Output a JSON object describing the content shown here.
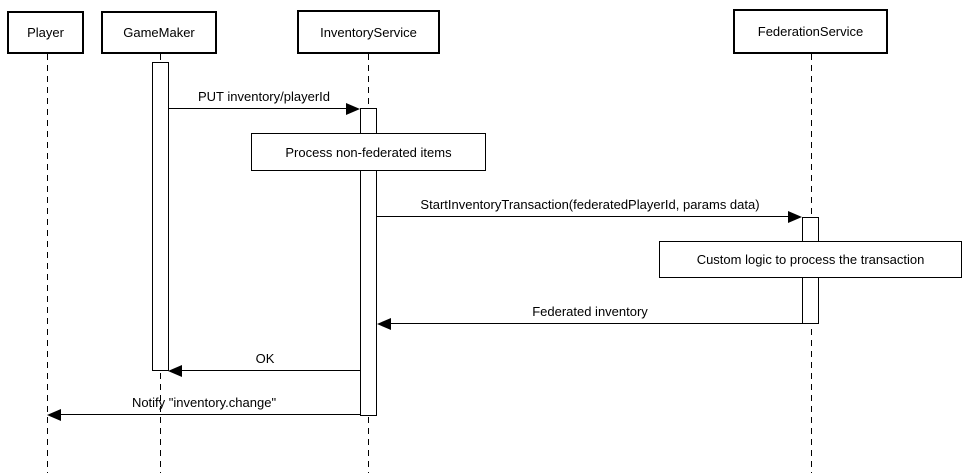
{
  "diagram_type": "uml-sequence",
  "colors": {
    "background": "#ffffff",
    "line": "#000000",
    "shape_fill": "#ffffff",
    "text": "#000000"
  },
  "actors": [
    {
      "label": "Player"
    },
    {
      "label": "GameMaker"
    },
    {
      "label": "InventoryService"
    },
    {
      "label": "FederationService"
    }
  ],
  "messages": [
    {
      "label": "PUT inventory/playerId",
      "from": "GameMaker",
      "to": "InventoryService",
      "direction": "right"
    },
    {
      "label": "StartInventoryTransaction(federatedPlayerId, params data)",
      "from": "InventoryService",
      "to": "FederationService",
      "direction": "right"
    },
    {
      "label": "Federated inventory",
      "from": "FederationService",
      "to": "InventoryService",
      "direction": "left"
    },
    {
      "label": "OK",
      "from": "InventoryService",
      "to": "GameMaker",
      "direction": "left"
    },
    {
      "label": "Notify \"inventory.change\"",
      "from": "InventoryService",
      "to": "Player",
      "direction": "left"
    }
  ],
  "notes": [
    {
      "label": "Process non-federated items",
      "on": "InventoryService"
    },
    {
      "label": "Custom logic to process the transaction",
      "on": "FederationService"
    }
  ]
}
